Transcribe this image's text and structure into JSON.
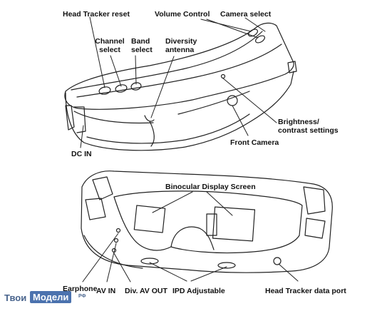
{
  "labels": {
    "head_tracker_reset": "Head Tracker reset",
    "volume_control": "Volume Control",
    "camera_select": "Camera select",
    "channel_select_1": "Channel",
    "channel_select_2": "select",
    "band_select_1": "Band",
    "band_select_2": "select",
    "diversity_antenna_1": "Diversity",
    "diversity_antenna_2": "antenna",
    "brightness_1": "Brightness/",
    "brightness_2": "contrast settings",
    "front_camera": "Front Camera",
    "dc_in": "DC IN",
    "binocular_display": "Binocular Display Screen",
    "earphone": "Earphone",
    "av_in": "AV IN",
    "div_av_out": "Div. AV OUT",
    "ipd_adjustable": "IPD Adjustable",
    "head_tracker_data_port": "Head Tracker data port"
  },
  "watermark": {
    "part1": "Твои",
    "part2": "Модели",
    "suffix": "РФ",
    "colors": {
      "text": "#2a4a7a",
      "badge": "#2c5aa0"
    }
  }
}
